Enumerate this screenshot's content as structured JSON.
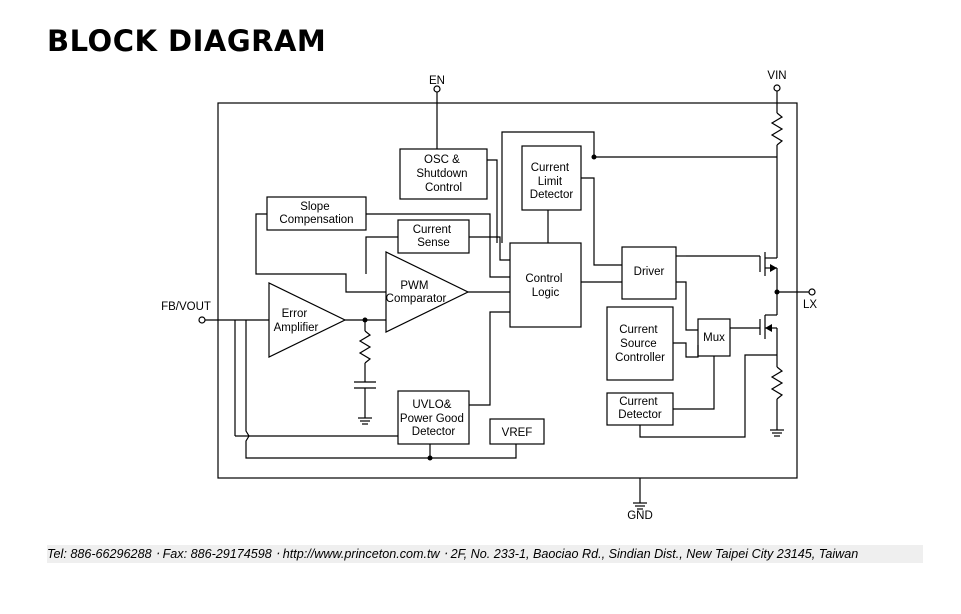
{
  "header": {
    "title": "BLOCK DIAGRAM"
  },
  "diagram": {
    "pins": {
      "en": "EN",
      "vin": "VIN",
      "fb_vout": "FB/VOUT",
      "lx": "LX",
      "gnd": "GND"
    },
    "blocks": {
      "osc": [
        "OSC &",
        "Shutdown",
        "Control"
      ],
      "current_limit": [
        "Current",
        "Limit",
        "Detector"
      ],
      "slope": [
        "Slope",
        "Compensation"
      ],
      "current_sense": [
        "Current",
        "Sense"
      ],
      "error_amp": [
        "Error",
        "Amplifier"
      ],
      "pwm": [
        "PWM",
        "Comparator"
      ],
      "control_logic": [
        "Control",
        "Logic"
      ],
      "driver": [
        "Driver"
      ],
      "mux": [
        "Mux"
      ],
      "current_source": [
        "Current",
        "Source",
        "Controller"
      ],
      "current_detector": [
        "Current",
        "Detector"
      ],
      "uvlo": [
        "UVLO&",
        "Power Good",
        "Detector"
      ],
      "vref": [
        "VREF"
      ]
    }
  },
  "footer": {
    "text": "Tel: 886-66296288 ‧ Fax: 886-29174598 ‧ http://www.princeton.com.tw ‧ 2F, No. 233-1, Baociao Rd., Sindian Dist., New Taipei City 23145, Taiwan"
  }
}
